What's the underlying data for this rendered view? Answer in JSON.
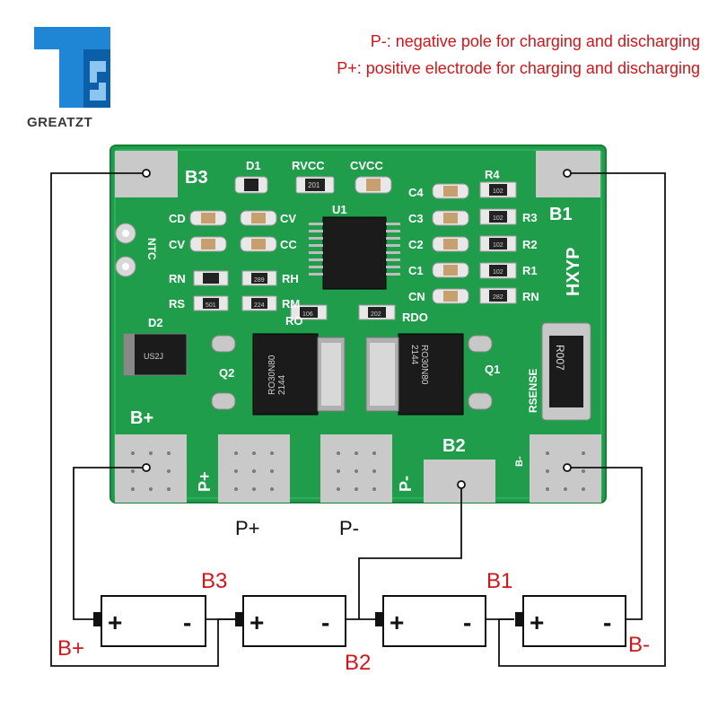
{
  "brand": {
    "name": "GREATZT",
    "logo_color_top": "#1f86d6",
    "logo_color_side": "#0a5fa8"
  },
  "notes": {
    "p_minus": "P-: negative pole for charging and discharging",
    "p_plus": "P+: positive electrode for charging and discharging"
  },
  "board": {
    "pads_top": [
      "B3",
      "B1"
    ],
    "pads_bottom": [
      "B+",
      "P+",
      "P-",
      "B2",
      "B-"
    ],
    "pad_bottom_labels": {
      "bplus": "B+",
      "pplus": "P+",
      "pminus": "P-",
      "b2": "B2",
      "bminus": "B-"
    },
    "silk": {
      "d1": "D1",
      "rvcc": "RVCC",
      "cvcc": "CVCC",
      "r4": "R4",
      "u1": "U1",
      "c4": "C4",
      "c3": "C3",
      "c2": "C2",
      "c1": "C1",
      "cn": "CN",
      "r3": "R3",
      "r2": "R2",
      "r1": "R1",
      "rn_right": "RN",
      "cd": "CD",
      "cv_left": "CV",
      "cv_right": "CV",
      "cc": "CC",
      "rn_left": "RN",
      "rh": "RH",
      "rs": "RS",
      "rm": "RM",
      "ro": "RO",
      "rdo": "RDO",
      "ntc": "NTC",
      "d2": "D2",
      "q1": "Q1",
      "q2": "Q2",
      "rsense": "RSENSE",
      "hxyp": "HXYP",
      "b1_label": "B1",
      "b3_label": "B3",
      "b2_label": "B2",
      "bplus_label": "B+"
    },
    "parts": {
      "diode_d2": "US2J",
      "mosfet_q2": "RO30N80\n2144",
      "mosfet_q1": "RO30N80\n2144",
      "rsense": "R007",
      "rvcc_code": "201",
      "r4_code": "102",
      "r3_code": "102",
      "r2_code": "102",
      "r1_code": "102",
      "rn_code": "282",
      "rh_code": "289",
      "rs_code": "501",
      "rm_code": "224",
      "ro_code": "106",
      "rdo_code": "202"
    },
    "pcb_color": "#1f9d4a",
    "pad_color": "#c9c9c9"
  },
  "pin_labels": {
    "p_plus": "P+",
    "p_minus": "P-"
  },
  "batteries": [
    {
      "plus": "+",
      "minus": "-"
    },
    {
      "plus": "+",
      "minus": "-"
    },
    {
      "plus": "+",
      "minus": "-"
    },
    {
      "plus": "+",
      "minus": "-"
    }
  ],
  "wire_labels": {
    "b3": "B3",
    "b1": "B1",
    "bplus": "B+",
    "b2": "B2",
    "bminus": "B-"
  },
  "colors": {
    "label_red": "#d0161b",
    "wire": "#111111"
  }
}
